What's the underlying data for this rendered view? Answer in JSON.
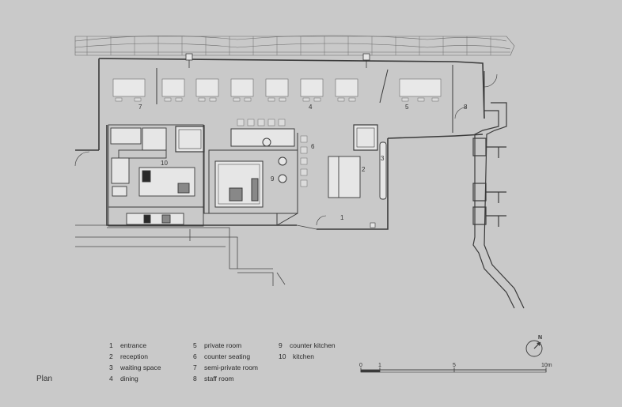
{
  "plan": {
    "title": "Plan",
    "room_numbers": [
      "1",
      "2",
      "3",
      "4",
      "5",
      "6",
      "7",
      "8",
      "9",
      "10"
    ],
    "legend": [
      {
        "num": "1",
        "label": "entrance"
      },
      {
        "num": "2",
        "label": "reception"
      },
      {
        "num": "3",
        "label": "waiting space"
      },
      {
        "num": "4",
        "label": "dining"
      },
      {
        "num": "5",
        "label": "private room"
      },
      {
        "num": "6",
        "label": "counter seating"
      },
      {
        "num": "7",
        "label": "semi-private room"
      },
      {
        "num": "8",
        "label": "staff room"
      },
      {
        "num": "9",
        "label": "counter kitchen"
      },
      {
        "num": "10",
        "label": "kitchen"
      }
    ],
    "scale": {
      "labels": [
        "0",
        "1",
        "5",
        "10m"
      ]
    },
    "north": "N",
    "colors": {
      "background": "#c9c9c9",
      "lines": "#3a3a3a",
      "thin_lines": "#6a6a6a",
      "fill": "#e6e6e6"
    }
  }
}
